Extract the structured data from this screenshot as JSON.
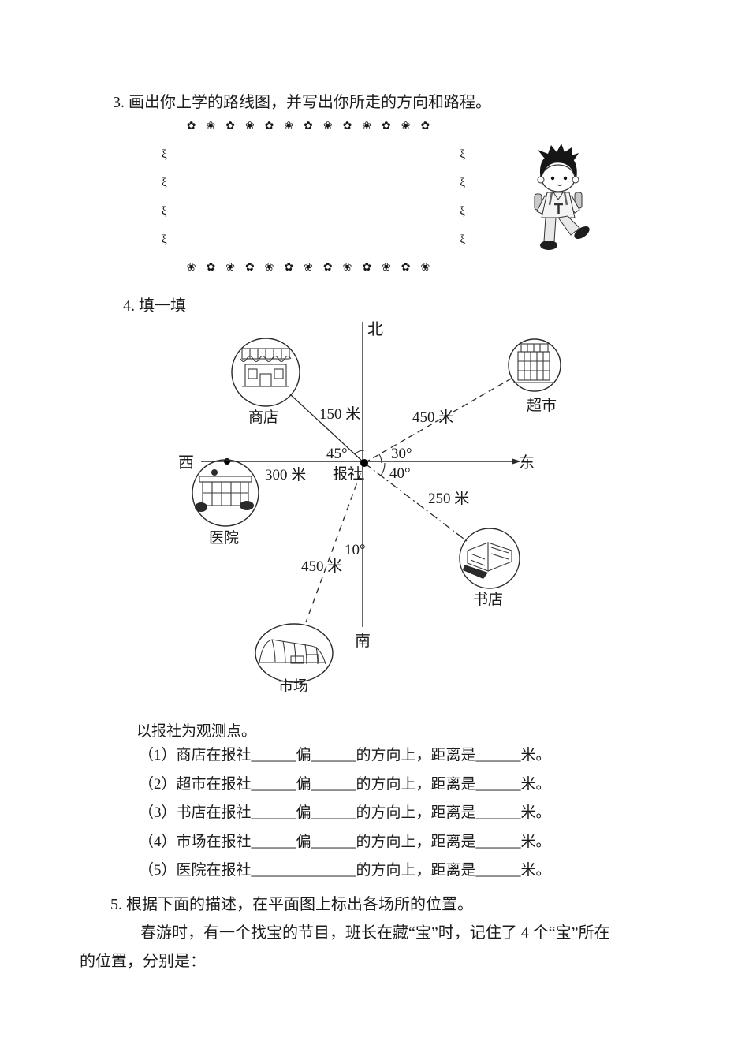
{
  "colors": {
    "ink": "#1c1c1c",
    "paper": "#ffffff"
  },
  "questions": {
    "q3": "3. 画出你上学的路线图，并写出你所走的方向和路程。",
    "q4": "4. 填一填",
    "q5": "5. 根据下面的描述，在平面图上标出各场所的位置。"
  },
  "decor": {
    "top": "✿❀✿❀✿❀✿❀✿❀✿❀✿",
    "bottom": "❀✿❀✿❀✿❀✿❀✿❀✿❀",
    "left": "ξ\nξ\nξ\nξ",
    "right": "ξ\nξ\nξ\nξ"
  },
  "diagram": {
    "north": "北",
    "south": "南",
    "west": "西",
    "east": "东",
    "center": "报社",
    "shop": {
      "name": "商店",
      "distance": "150 米",
      "angle": "45°"
    },
    "supermarket": {
      "name": "超市",
      "distance": "450 米",
      "angle": "30°"
    },
    "hospital": {
      "name": "医院",
      "distance": "300 米"
    },
    "bookstore": {
      "name": "书店",
      "distance": "250 米",
      "angle": "40°"
    },
    "market": {
      "name": "市场",
      "distance": "450 米",
      "angle": "10°"
    }
  },
  "fill": {
    "intro": "以报社为观测点。",
    "items": [
      "（1）商店在报社______偏______的方向上，距离是______米。",
      "（2）超市在报社______偏______的方向上，距离是______米。",
      "（3）书店在报社______偏______的方向上，距离是______米。",
      "（4）市场在报社______偏______的方向上，距离是______米。",
      "（5）医院在报社______________的方向上，距离是______米。"
    ]
  },
  "story": {
    "line1": "春游时，有一个找宝的节目，班长在藏“宝”时，记住了 4 个“宝”所在",
    "line2": "的位置，分别是："
  }
}
